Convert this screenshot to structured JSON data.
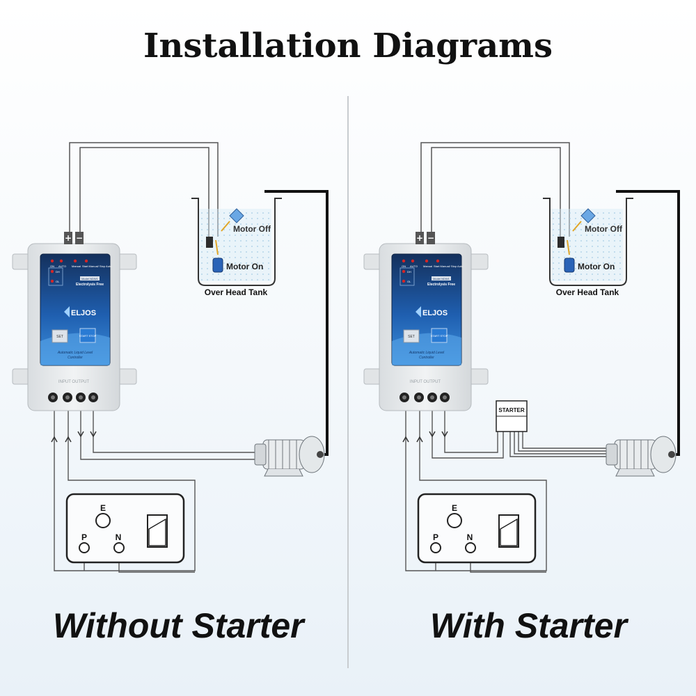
{
  "title": "Installation Diagrams",
  "panels": [
    {
      "caption": "Without Starter",
      "controller": {
        "led_labels": [
          "ON",
          "AUTO",
          "Manual",
          "Start Manual/ Stop Auto"
        ],
        "side_labels": [
          "DH",
          "OL"
        ],
        "model": "Model NDW1",
        "electrolysis": "Electrolysis Free",
        "brand": "ELJOS",
        "set_label": "SET",
        "start_stop_label": "START STOP",
        "product_line1": "Automatic Liquid Level",
        "product_line2": "Controller",
        "terminal_labels": "INPUT   OUTPUT"
      },
      "tank": {
        "motor_off": "Motor Off",
        "motor_on": "Motor On",
        "label": "Over Head Tank"
      },
      "socket": {
        "e": "E",
        "p": "P",
        "n": "N"
      }
    },
    {
      "caption": "With Starter",
      "controller": {
        "led_labels": [
          "ON",
          "AUTO",
          "Manual",
          "Start Manual/ Stop Auto"
        ],
        "side_labels": [
          "DH",
          "OL"
        ],
        "model": "Model NDW1",
        "electrolysis": "Electrolysis Free",
        "brand": "ELJOS",
        "set_label": "SET",
        "start_stop_label": "START STOP",
        "product_line1": "Automatic Liquid Level",
        "product_line2": "Controller",
        "terminal_labels": "INPUT   OUTPUT"
      },
      "tank": {
        "motor_off": "Motor Off",
        "motor_on": "Motor On",
        "label": "Over Head Tank"
      },
      "socket": {
        "e": "E",
        "p": "P",
        "n": "N"
      },
      "starter_label": "STARTER"
    }
  ],
  "colors": {
    "panel_blue": "#1f5fb0",
    "panel_dark": "#16325f",
    "wire": "#555555",
    "pipe": "#111111",
    "water": "#d6ecf7"
  }
}
